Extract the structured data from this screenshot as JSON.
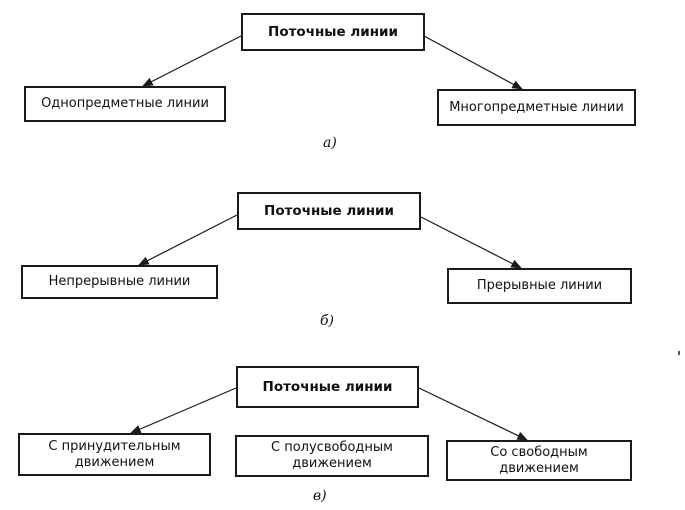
{
  "diagram_a": {
    "root": "Поточные линии",
    "children": [
      "Однопредметные линии",
      "Многопредметные линии"
    ],
    "caption": "а)"
  },
  "diagram_b": {
    "root": "Поточные линии",
    "children": [
      "Непрерывные линии",
      "Прерывные линии"
    ],
    "caption": "б)"
  },
  "diagram_c": {
    "root": "Поточные линии",
    "children": [
      "С принудительным движением",
      "С полусвободным движением",
      "Со свободным движением"
    ],
    "caption": "в)"
  },
  "colors": {
    "stroke": "#1a1a1a",
    "background": "#ffffff"
  }
}
